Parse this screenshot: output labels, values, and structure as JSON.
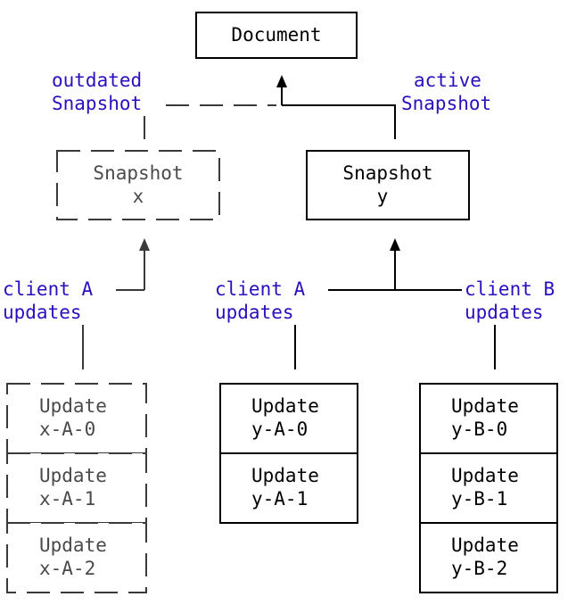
{
  "document": {
    "label": "Document"
  },
  "labels": {
    "outdated_1": "outdated",
    "outdated_2": "Snapshot",
    "active_1": "active",
    "active_2": "Snapshot",
    "clientA_left_1": "client A",
    "clientA_left_2": "updates",
    "clientA_mid_1": "client A",
    "clientA_mid_2": "updates",
    "clientB_1": "client B",
    "clientB_2": "updates"
  },
  "snapshots": {
    "x": {
      "line1": "Snapshot",
      "line2": "x"
    },
    "y": {
      "line1": "Snapshot",
      "line2": "y"
    }
  },
  "updates": {
    "xA": [
      {
        "line1": "Update",
        "line2": "x-A-0"
      },
      {
        "line1": "Update",
        "line2": "x-A-1"
      },
      {
        "line1": "Update",
        "line2": "x-A-2"
      }
    ],
    "yA": [
      {
        "line1": "Update",
        "line2": "y-A-0"
      },
      {
        "line1": "Update",
        "line2": "y-A-1"
      }
    ],
    "yB": [
      {
        "line1": "Update",
        "line2": "y-B-0"
      },
      {
        "line1": "Update",
        "line2": "y-B-1"
      },
      {
        "line1": "Update",
        "line2": "y-B-2"
      }
    ]
  },
  "colors": {
    "label_blue": "#2a0fbf",
    "outdated_grey": "#4a4a4a",
    "active_black": "#000000"
  }
}
